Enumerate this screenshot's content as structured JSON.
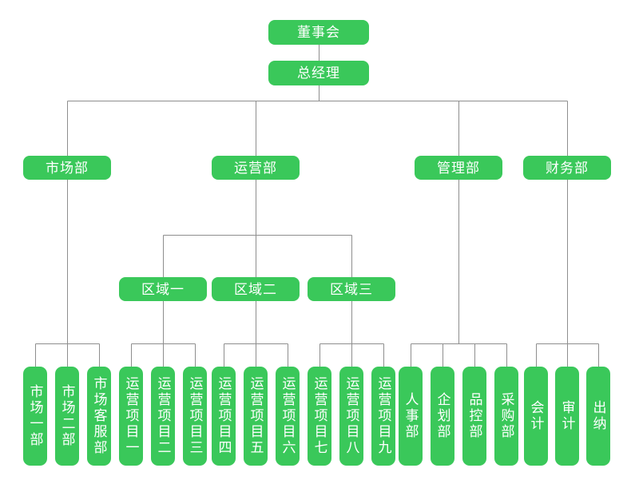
{
  "org_chart": {
    "colors": {
      "node_fill": "#3ac85a",
      "node_text": "#ffffff",
      "connector": "#8e8e8e",
      "background": "#ffffff"
    },
    "root": {
      "label": "董事会"
    },
    "general_manager": {
      "label": "总经理"
    },
    "departments": [
      {
        "label": "市场部"
      },
      {
        "label": "运营部"
      },
      {
        "label": "管理部"
      },
      {
        "label": "财务部"
      }
    ],
    "regions": [
      {
        "label": "区域一"
      },
      {
        "label": "区域二"
      },
      {
        "label": "区域三"
      }
    ],
    "leaves": [
      "市场一部",
      "市场二部",
      "市场客服部",
      "运营项目一",
      "运营项目二",
      "运营项目三",
      "运营项目四",
      "运营项目五",
      "运营项目六",
      "运营项目七",
      "运营项目八",
      "运营项目九",
      "人事部",
      "企划部",
      "品控部",
      "采购部",
      "会计",
      "审计",
      "出纳"
    ]
  }
}
